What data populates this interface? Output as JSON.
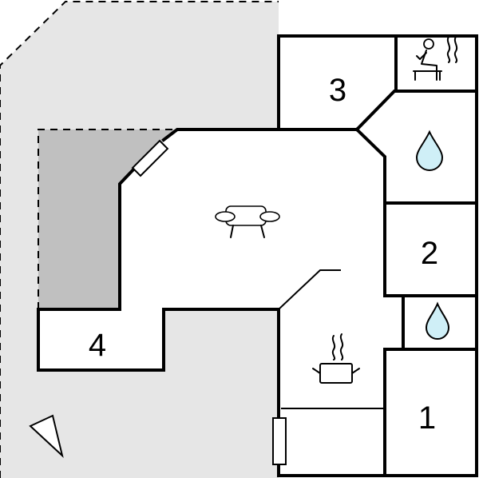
{
  "floorplan": {
    "rooms": [
      {
        "id": "room-1",
        "label": "1"
      },
      {
        "id": "room-2",
        "label": "2"
      },
      {
        "id": "room-3",
        "label": "3"
      },
      {
        "id": "room-4",
        "label": "4"
      }
    ],
    "icons": {
      "living_room": "sofa-icon",
      "kitchen": "cooking-pot-icon",
      "sauna": "sauna-icon",
      "bathroom": "water-drop-icon",
      "orientation": "north-arrow-icon"
    },
    "colors": {
      "terrace": "#e6e6e6",
      "covered_area": "#c0c0c0",
      "water_drop": "#cfeff7",
      "walls": "#000000"
    }
  }
}
